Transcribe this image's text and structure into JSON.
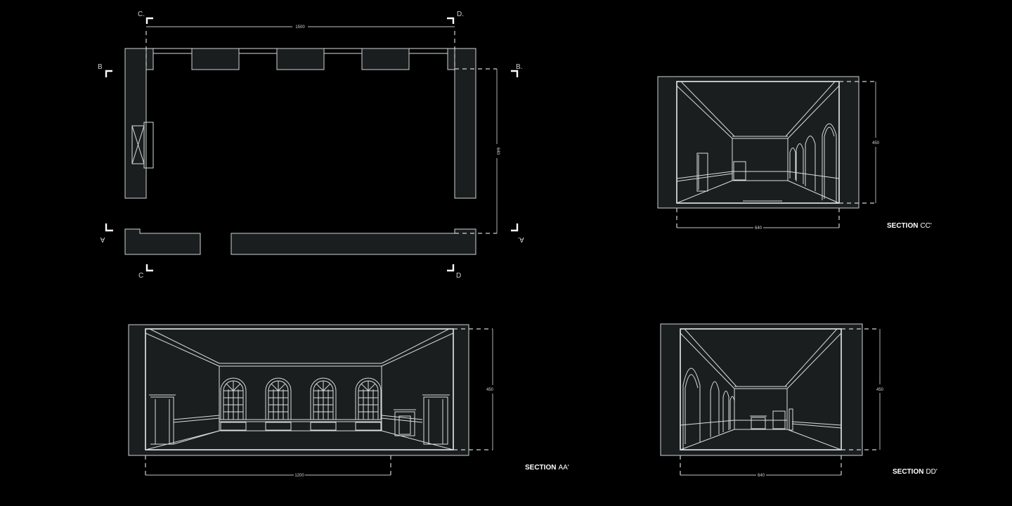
{
  "plan": {
    "width_dim": "1500",
    "depth_dim": "640",
    "markers": {
      "c_top": "C.",
      "d_top": "D.",
      "b_left": "B",
      "b_right": "B.",
      "a_left": "A",
      "a_right": "A.",
      "c_bottom": "C",
      "d_bottom": "D"
    }
  },
  "sections": {
    "cc": {
      "title_prefix": "SECTION",
      "title_suffix": "CC'",
      "height_dim": "450",
      "width_dim": "640"
    },
    "aa": {
      "title_prefix": "SECTION",
      "title_suffix": "AA'",
      "height_dim": "450",
      "width_dim": "1200"
    },
    "dd": {
      "title_prefix": "SECTION",
      "title_suffix": "DD'",
      "height_dim": "450",
      "width_dim": "640"
    }
  },
  "colors": {
    "background": "#000000",
    "line": "#d9dede",
    "wall_fill": "#1a1e1f"
  }
}
